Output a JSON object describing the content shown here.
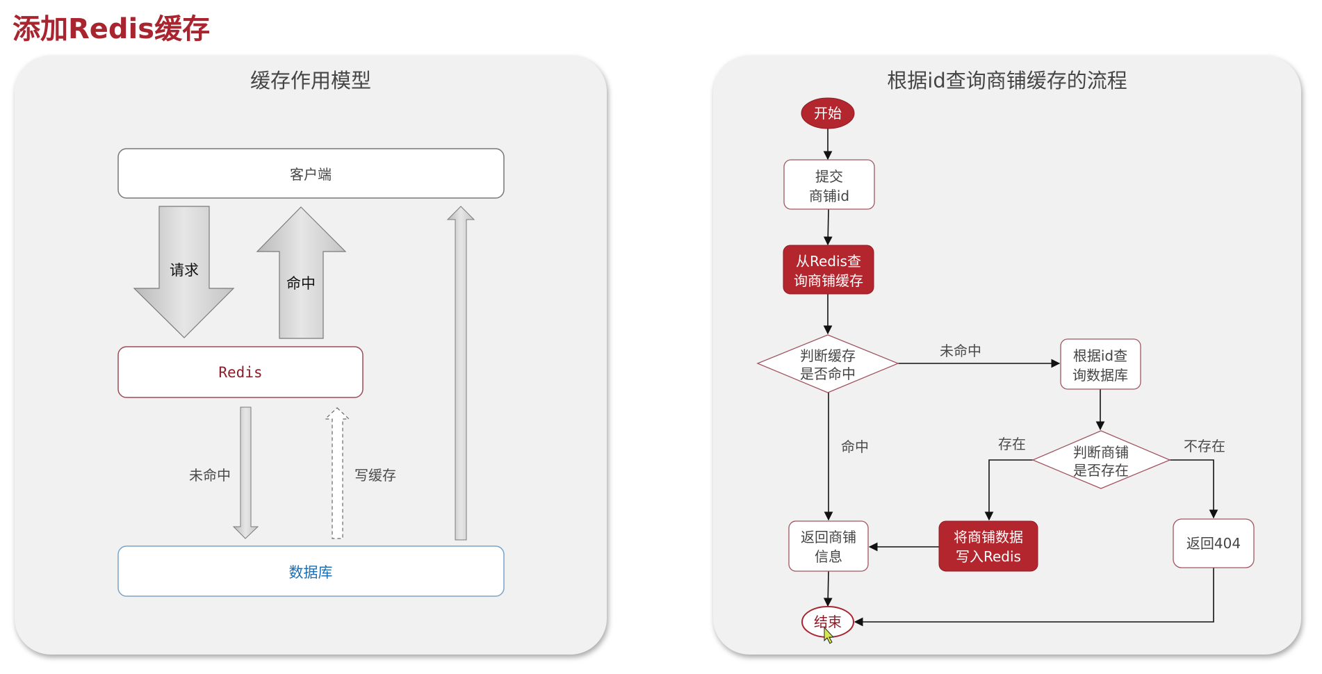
{
  "page": {
    "title": "添加Redis缓存",
    "title_color": "#a8252f"
  },
  "left_panel": {
    "title": "缓存作用模型",
    "nodes": {
      "client": "客户端",
      "redis": "Redis",
      "database": "数据库"
    },
    "arrows": {
      "request": "请求",
      "hit": "命中",
      "miss": "未命中",
      "write_cache": "写缓存"
    },
    "colors": {
      "redis_text": "#8b1e2b",
      "database_text": "#1f6fb0",
      "redis_border": "#a04a55",
      "database_border": "#7aa3c8"
    }
  },
  "right_panel": {
    "title": "根据id查询商铺缓存的流程",
    "nodes": {
      "start": "开始",
      "submit_line1": "提交",
      "submit_line2": "商铺id",
      "query_redis_line1": "从Redis查",
      "query_redis_line2": "询商铺缓存",
      "check_cache_line1": "判断缓存",
      "check_cache_line2": "是否命中",
      "query_db_line1": "根据id查",
      "query_db_line2": "询数据库",
      "check_exists_line1": "判断商铺",
      "check_exists_line2": "是否存在",
      "return_info_line1": "返回商铺",
      "return_info_line2": "信息",
      "write_redis_line1": "将商铺数据",
      "write_redis_line2": "写入Redis",
      "return_404": "返回404",
      "end": "结束"
    },
    "edge_labels": {
      "miss": "未命中",
      "hit": "命中",
      "exists": "存在",
      "not_exists": "不存在"
    },
    "colors": {
      "accent_fill": "#b3262e",
      "node_border": "#a05560"
    }
  }
}
